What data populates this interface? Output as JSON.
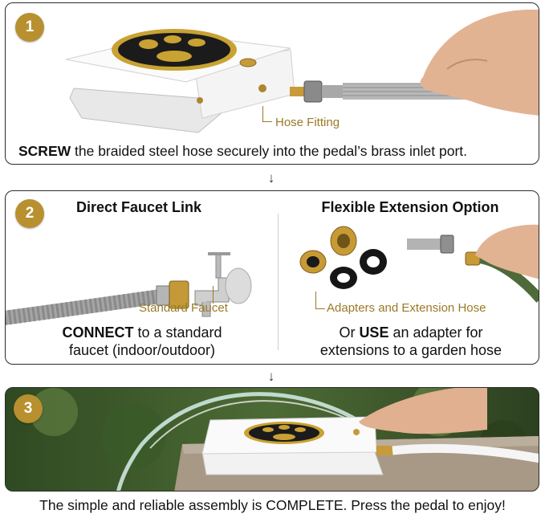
{
  "step1": {
    "number": "1",
    "label": "Hose Fitting",
    "caption_bold": "SCREW",
    "caption_rest": " the braided steel hose securely into the pedal’s brass inlet port."
  },
  "step2": {
    "number": "2",
    "left_title": "Direct Faucet Link",
    "left_label": "Standard Faucet",
    "left_caption_bold": "CONNECT",
    "left_caption_line1_rest": " to a standard",
    "left_caption_line2": "faucet (indoor/outdoor)",
    "right_title": "Flexible Extension Option",
    "right_label": "Adapters and Extension Hose",
    "right_caption_line1_prefix": "Or ",
    "right_caption_bold": "USE",
    "right_caption_line1_rest": " an adapter for",
    "right_caption_line2": "extensions to a garden hose"
  },
  "step3": {
    "number": "3"
  },
  "arrow_glyph": "↓",
  "footer": "The simple and reliable assembly is COMPLETE. Press the pedal to enjoy!",
  "colors": {
    "gold": "#b8902f",
    "label_gold": "#9a7a26",
    "border": "#2b2b2b"
  }
}
